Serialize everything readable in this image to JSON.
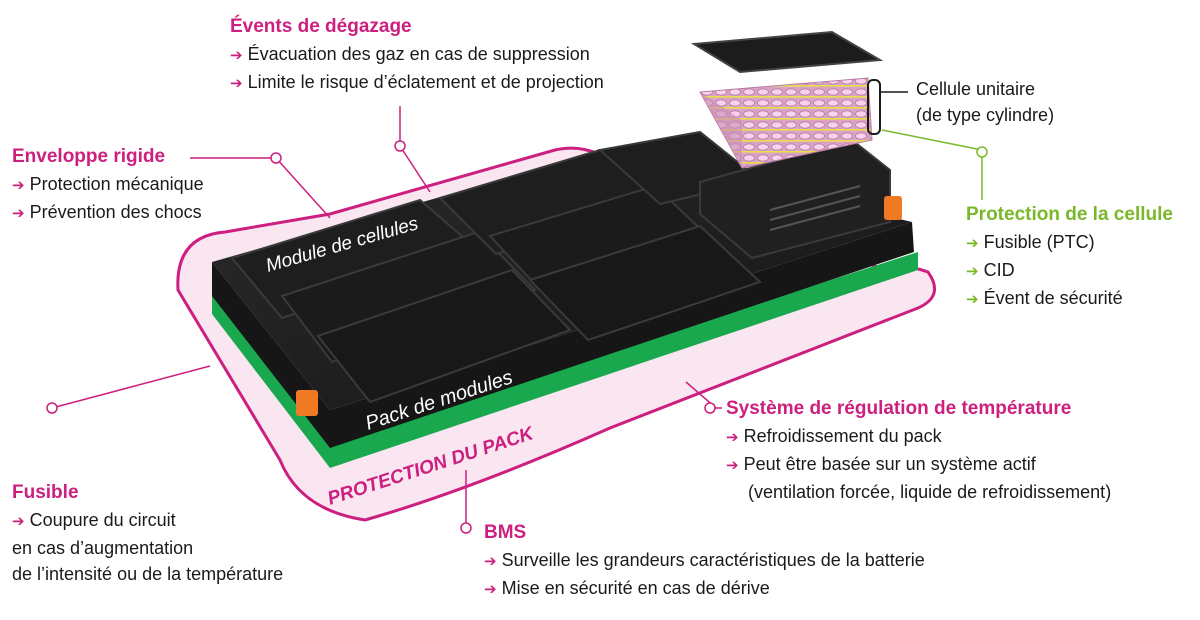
{
  "colors": {
    "accent": "#cc1f7f",
    "green": "#7ab829",
    "pack_zone": "#f9e6f0",
    "battery": "#1c1c1c",
    "cooling": "#1aa84f",
    "connector": "#f07a23"
  },
  "labels": {
    "module": "Module de cellules",
    "pack": "Pack de modules",
    "protection": "PROTECTION DU PACK"
  },
  "vents": {
    "title": "Évents de dégazage",
    "items": [
      "Évacuation des gaz en cas de suppression",
      "Limite le risque d’éclatement et de projection"
    ]
  },
  "envelope": {
    "title": "Enveloppe rigide",
    "items": [
      "Protection mécanique",
      "Prévention des chocs"
    ]
  },
  "cell": {
    "line1": "Cellule unitaire",
    "line2": "(de type cylindre)"
  },
  "cell_protection": {
    "title": "Protection de la cellule",
    "items": [
      "Fusible (PTC)",
      "CID",
      "Évent de sécurité"
    ]
  },
  "fuse": {
    "title": "Fusible",
    "line1": "Coupure du circuit",
    "line2": "en cas d’augmentation",
    "line3": "de l’intensité ou de la température"
  },
  "thermal": {
    "title": "Système de régulation de température",
    "item1": "Refroidissement du pack",
    "item2": "Peut être basée sur un système actif",
    "item2_cont": "(ventilation forcée, liquide de refroidissement)"
  },
  "bms": {
    "title": "BMS",
    "items": [
      "Surveille les grandeurs caractéristiques de la batterie",
      "Mise en sécurité en cas de dérive"
    ]
  }
}
